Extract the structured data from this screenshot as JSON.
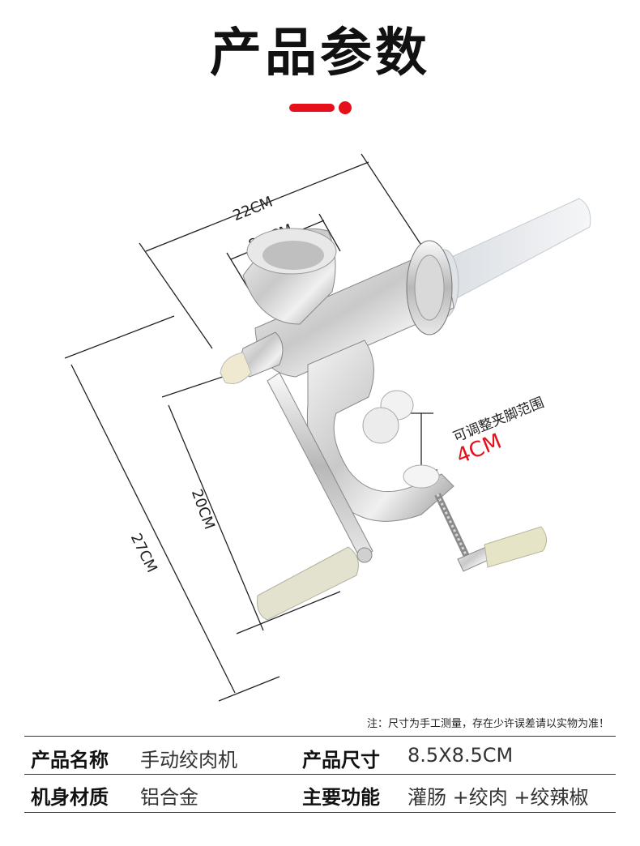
{
  "title": "产品参数",
  "colors": {
    "accent": "#e5101a",
    "text": "#111111"
  },
  "dimensions": {
    "width_total": "22CM",
    "hopper_width": "8.5CM",
    "height_total": "27CM",
    "clamp_height": "20CM",
    "clamp_range_label": "可调整夹脚范围",
    "clamp_range_value": "4CM"
  },
  "note": "注：尺寸为手工测量，存在少许误差请以实物为准！",
  "params": [
    {
      "label": "产品名称",
      "value": "手动绞肉机",
      "label2": "产品尺寸",
      "value2": "8.5X8.5CM"
    },
    {
      "label": "机身材质",
      "value": "铝合金",
      "label2": "主要功能",
      "value2": "灌肠 +绞肉 +绞辣椒"
    }
  ]
}
